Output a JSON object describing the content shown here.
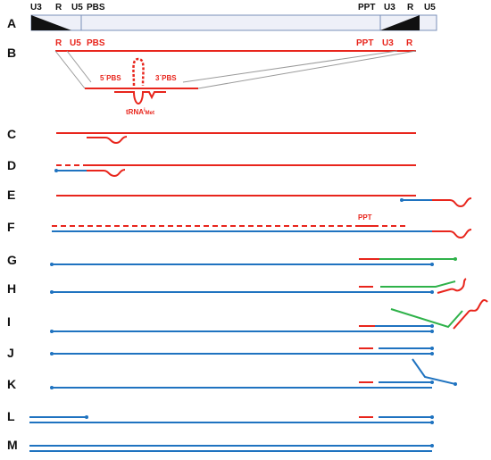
{
  "colors": {
    "rna": "#e8251c",
    "dna": "#1f73c0",
    "green": "#2fb24a",
    "black": "#111111",
    "box_fill": "#eef0f8",
    "box_stroke": "#7a8fb8",
    "gray": "#9a9a9a"
  },
  "panel_a": {
    "top_labels": [
      "U3",
      "R",
      "U5",
      "PBS",
      "PPT",
      "U3",
      "R",
      "U5"
    ]
  },
  "panel_b": {
    "labels": [
      "R",
      "U5",
      "PBS",
      "PPT",
      "U3",
      "R"
    ],
    "pbs_5": "5´PBS",
    "pbs_3": "3´PBS",
    "trna": "tRNA",
    "trna_sup": "i",
    "trna_sub": "Met"
  },
  "panel_f": {
    "ppt_label": "PPT"
  },
  "steps": [
    {
      "id": "A"
    },
    {
      "id": "B"
    },
    {
      "id": "C"
    },
    {
      "id": "D"
    },
    {
      "id": "E"
    },
    {
      "id": "F"
    },
    {
      "id": "G"
    },
    {
      "id": "H"
    },
    {
      "id": "I"
    },
    {
      "id": "J"
    },
    {
      "id": "K"
    },
    {
      "id": "L"
    },
    {
      "id": "M"
    }
  ]
}
